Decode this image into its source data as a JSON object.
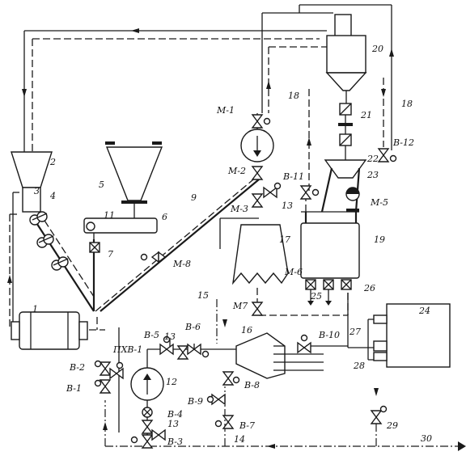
{
  "equipment_numbers": {
    "n1": "1",
    "n2": "2",
    "n3": "3",
    "n4": "4",
    "n5": "5",
    "n6": "6",
    "n7": "7",
    "n9": "9",
    "n11": "11",
    "n12": "12",
    "n13a": "13",
    "n13b": "13",
    "n13c": "13",
    "n14": "14",
    "n15": "15",
    "n16": "16",
    "n17": "17",
    "n18a": "18",
    "n18b": "18",
    "n19": "19",
    "n20": "20",
    "n21": "21",
    "n22": "22",
    "n23": "23",
    "n24": "24",
    "n25": "25",
    "n26": "26",
    "n27": "27",
    "n28": "28",
    "n29": "29",
    "n30": "30"
  },
  "valve_labels": {
    "m1": "M-1",
    "m2": "M-2",
    "m3": "M-3",
    "m5": "M-5",
    "m6": "M-6",
    "m7": "M7",
    "m8": "M-8",
    "v1": "B-1",
    "v2": "B-2",
    "v3": "B-3",
    "v4": "B-4",
    "v5": "B-5",
    "v6": "B-6",
    "v7": "B-7",
    "v8": "B-8",
    "v9": "B-9",
    "v10": "B-10",
    "v11": "B-11",
    "v12": "B-12",
    "pkhv": "ПХВ-1"
  }
}
